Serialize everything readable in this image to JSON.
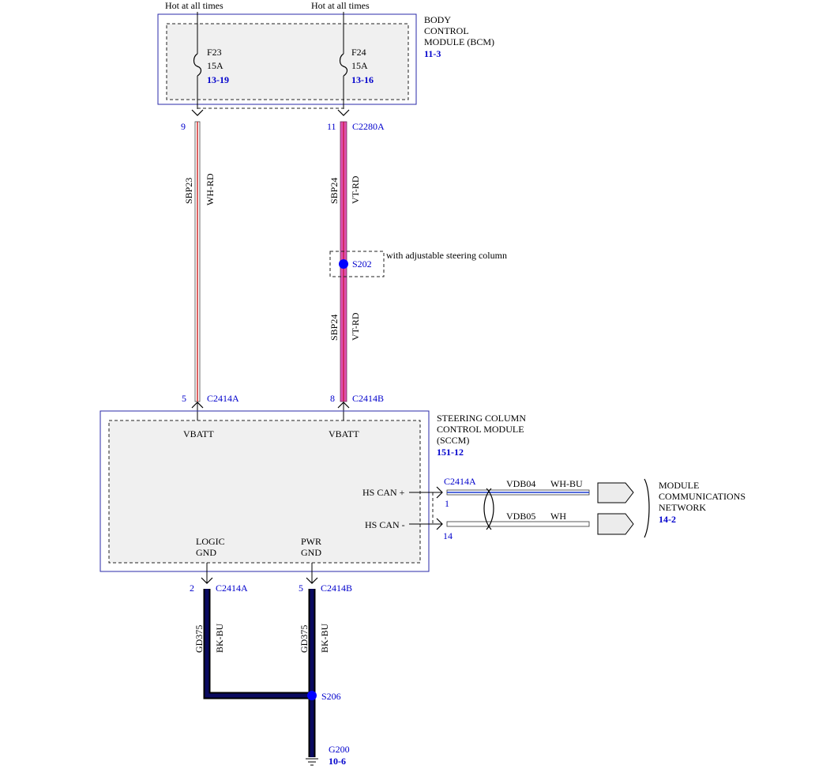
{
  "bcm": {
    "title_l1": "BODY",
    "title_l2": "CONTROL",
    "title_l3": "MODULE (BCM)",
    "ref": "11-3",
    "hot1": "Hot at all times",
    "hot2": "Hot at all times",
    "fuse1": {
      "name": "F23",
      "rating": "15A",
      "ref": "13-19"
    },
    "fuse2": {
      "name": "F24",
      "rating": "15A",
      "ref": "13-16"
    }
  },
  "connectors": {
    "c2280a_pin_left": "9",
    "c2280a_pin_right": "11",
    "c2280a": "C2280A",
    "c2414a_top_pin": "5",
    "c2414a_top": "C2414A",
    "c2414b_top_pin": "8",
    "c2414b_top": "C2414B",
    "c2414a_bot_pin": "2",
    "c2414a_bot": "C2414A",
    "c2414b_bot_pin": "5",
    "c2414b_bot": "C2414B",
    "c2414a_can": "C2414A",
    "can_pin_plus": "1",
    "can_pin_minus": "14"
  },
  "wires": {
    "w1_circuit": "SBP23",
    "w1_color": "WH-RD",
    "w2a_circuit": "SBP24",
    "w2a_color": "VT-RD",
    "w2b_circuit": "SBP24",
    "w2b_color": "VT-RD",
    "gnd1_circuit": "GD375",
    "gnd1_color": "BK-BU",
    "gnd2_circuit": "GD375",
    "gnd2_color": "BK-BU",
    "can_h_circuit": "VDB04",
    "can_h_color": "WH-BU",
    "can_l_circuit": "VDB05",
    "can_l_color": "WH"
  },
  "splices": {
    "s202": "S202",
    "s202_note": "with adjustable steering column",
    "s206": "S206"
  },
  "sccm": {
    "title_l1": "STEERING COLUMN",
    "title_l2": "CONTROL MODULE",
    "title_l3": "(SCCM)",
    "ref": "151-12",
    "vbatt1": "VBATT",
    "vbatt2": "VBATT",
    "hs_can_plus": "HS CAN +",
    "hs_can_minus": "HS CAN -",
    "logic_l1": "LOGIC",
    "logic_l2": "GND",
    "pwr_l1": "PWR",
    "pwr_l2": "GND"
  },
  "network": {
    "l1": "MODULE",
    "l2": "COMMUNICATIONS",
    "l3": "NETWORK",
    "ref": "14-2"
  },
  "ground": {
    "name": "G200",
    "ref": "10-6"
  },
  "colors": {
    "module_border": "#2a2aa8",
    "label_blue": "#0000cc",
    "violet_red_wire": "#e050b0",
    "white_red_stripe": "#d02020",
    "black_blue_wire": "#0a0a40",
    "splice_dot": "#0000ff"
  }
}
